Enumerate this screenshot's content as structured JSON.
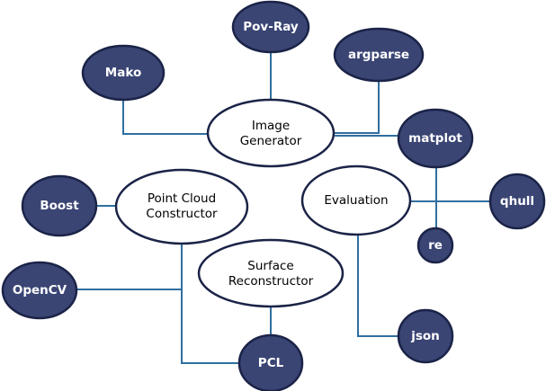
{
  "colors": {
    "library_fill": "#3a4574",
    "outline": "#1b2347",
    "connector": "#2f6f9f",
    "component_fill": "#ffffff"
  },
  "components": {
    "image_generator": [
      "Image",
      "Generator"
    ],
    "point_cloud_constructor": [
      "Point Cloud",
      "Constructor"
    ],
    "evaluation": [
      "Evaluation"
    ],
    "surface_reconstructor": [
      "Surface",
      "Reconstructor"
    ]
  },
  "libraries": {
    "povray": "Pov-Ray",
    "mako": "Mako",
    "argparse": "argparse",
    "matplot": "matplot",
    "boost": "Boost",
    "qhull": "qhull",
    "re": "re",
    "opencv": "OpenCV",
    "json": "json",
    "pcl": "PCL"
  },
  "connections": [
    [
      "povray",
      "image_generator"
    ],
    [
      "mako",
      "image_generator"
    ],
    [
      "argparse",
      "image_generator"
    ],
    [
      "matplot",
      "image_generator"
    ],
    [
      "matplot",
      "re"
    ],
    [
      "qhull",
      "evaluation"
    ],
    [
      "json",
      "evaluation"
    ],
    [
      "boost",
      "point_cloud_constructor"
    ],
    [
      "opencv",
      "point_cloud_constructor"
    ],
    [
      "pcl",
      "point_cloud_constructor"
    ],
    [
      "pcl",
      "surface_reconstructor"
    ]
  ]
}
